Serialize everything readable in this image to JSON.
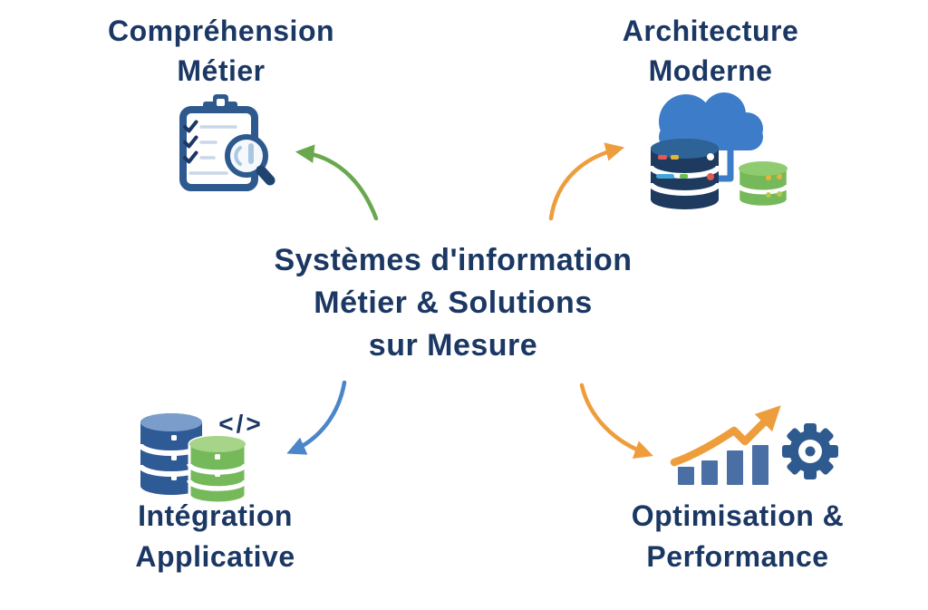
{
  "diagram": {
    "type": "hub-and-spoke infographic",
    "center": {
      "title_lines": [
        "Systèmes d'information",
        "Métier & Solutions",
        "sur Mesure"
      ]
    },
    "nodes": {
      "top_left": {
        "label_lines": [
          "Compréhension",
          "Métier"
        ],
        "icon": "clipboard-checklist-magnifier-icon"
      },
      "top_right": {
        "label_lines": [
          "Architecture",
          "Moderne"
        ],
        "icon": "cloud-databases-icon"
      },
      "bottom_left": {
        "label_lines": [
          "Intégration",
          "Applicative"
        ],
        "icon": "databases-code-icon",
        "code_glyph": "</>"
      },
      "bottom_right": {
        "label_lines": [
          "Optimisation &",
          "Performance"
        ],
        "icon": "bar-chart-growth-gear-icon"
      }
    },
    "arrows": [
      {
        "name": "arrow-center-to-top-left",
        "color": "#6aa84f"
      },
      {
        "name": "arrow-center-to-top-right",
        "color": "#ee9d3c"
      },
      {
        "name": "arrow-center-to-bottom-left",
        "color": "#4a86c8"
      },
      {
        "name": "arrow-center-to-bottom-right",
        "color": "#ee9d3c"
      }
    ],
    "colors": {
      "text_navy": "#1b3763",
      "icon_outline_blue": "#2d598e",
      "icon_dark_navy": "#1e3a5f",
      "cloud_blue": "#3d7cc9",
      "database_green": "#76b95a",
      "database_green_top": "#8fcc70",
      "database_blue_top": "#7b9dcb",
      "bar_blue": "#4a6fa5",
      "gear_blue": "#2e5a8f",
      "trend_orange": "#ee9d3c",
      "background": "#ffffff"
    }
  }
}
